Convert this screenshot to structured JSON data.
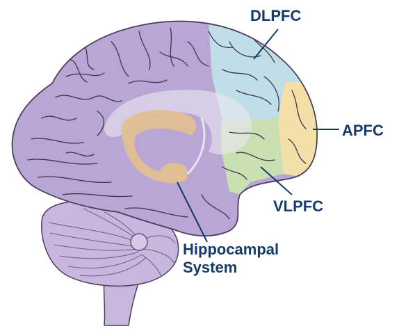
{
  "labels": {
    "dlpfc": "DLPFC",
    "apfc": "APFC",
    "vlpfc": "VLPFC",
    "hippocampal_line1": "Hippocampal",
    "hippocampal_line2": "System"
  },
  "colors": {
    "cortex": "#b9a6d4",
    "cortex_outline": "#4a3f5c",
    "dlpfc_region": "#bfe0e8",
    "apfc_region": "#f6e3a6",
    "vlpfc_region": "#c9e3b0",
    "hippocampus": "#e3c090",
    "corpus_callosum": "#ddd5e6",
    "cerebellum": "#c8b6dc",
    "label_text": "#163a6b",
    "leader_line": "#163a6b"
  }
}
